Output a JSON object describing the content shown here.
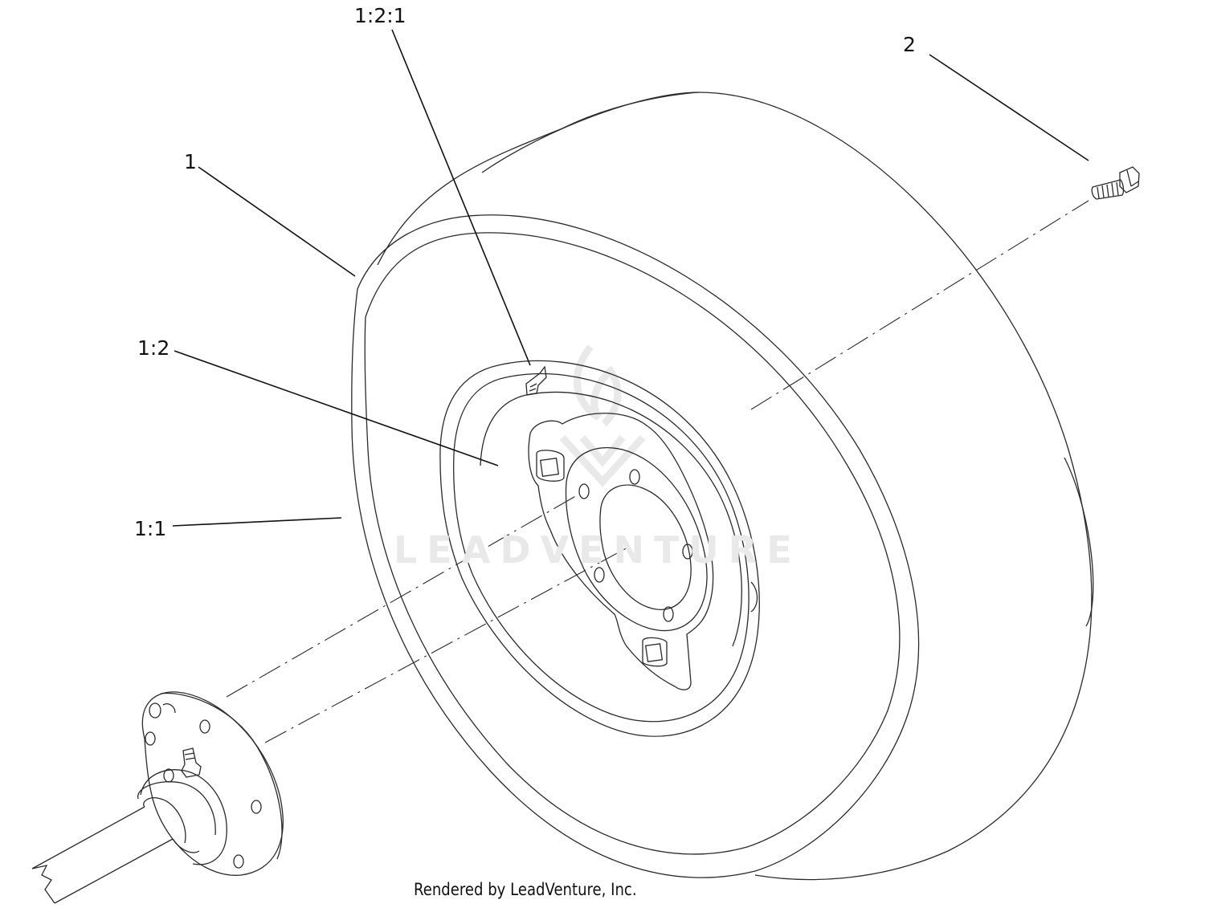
{
  "callouts": {
    "c1": "1",
    "c2": "2",
    "c1_1": "1:1",
    "c1_2": "1:2",
    "c1_2_1": "1:2:1"
  },
  "watermark": "LEADVENTURE",
  "credit": "Rendered by LeadVenture, Inc.",
  "colors": {
    "line": "#2a2a2a",
    "leader": "#111111",
    "watermark": "#e9e9e9"
  }
}
